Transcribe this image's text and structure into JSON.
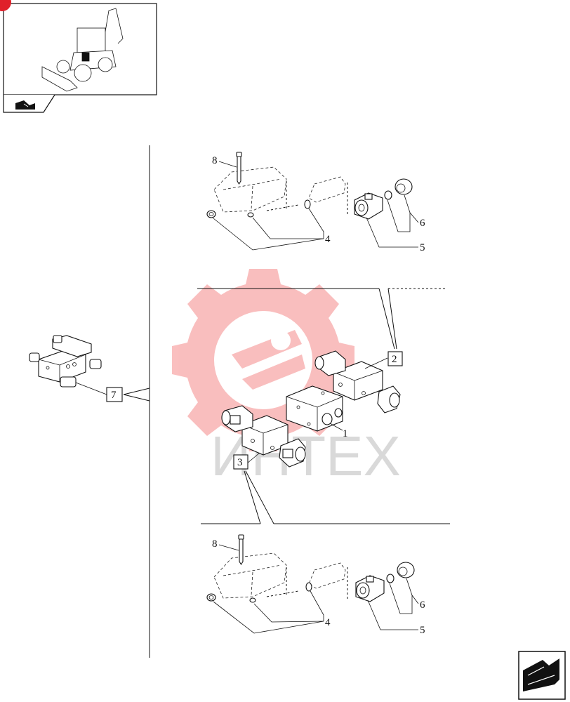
{
  "thumbnail": {
    "nav_icon": "book-page-icon",
    "badge_color": "#e0202a"
  },
  "watermark": {
    "text": "ИНТЕХ",
    "color": "#f05050"
  },
  "callouts": {
    "c1": "1",
    "c2": "2",
    "c3": "3",
    "c4_top": "4",
    "c5_top": "5",
    "c6_top": "6",
    "c7": "7",
    "c8_top": "8",
    "c4_bottom": "4",
    "c5_bottom": "5",
    "c6_bottom": "6",
    "c8_bottom": "8"
  },
  "navigation": {
    "next_icon": "next-page-arrow-icon"
  }
}
